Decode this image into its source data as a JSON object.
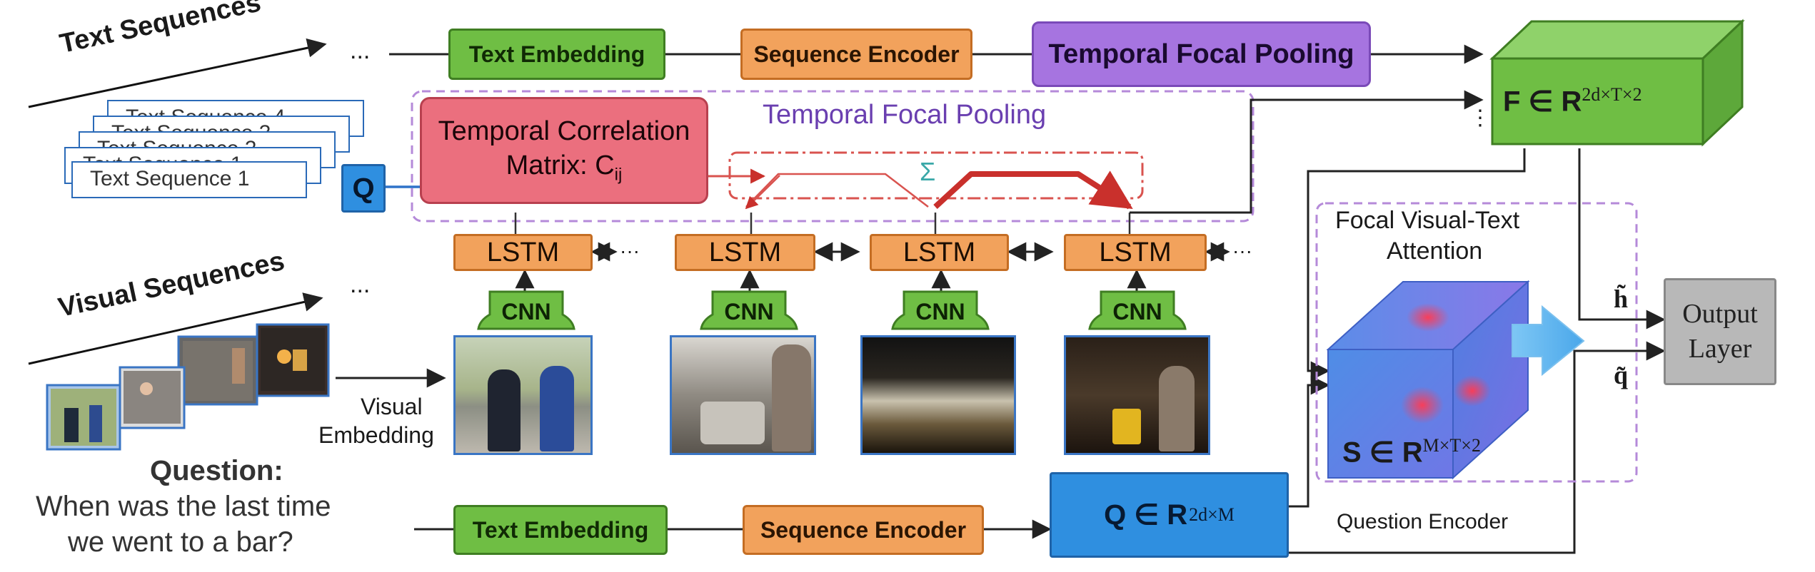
{
  "text_row": {
    "label": "Text Sequences",
    "ellipsis": "...",
    "text_embedding": "Text Embedding",
    "sequence_encoder": "Sequence Encoder",
    "temporal_focal_pooling": "Temporal Focal Pooling",
    "cards": [
      "Text Sequence 1",
      "Text Sequence 2",
      "Text Sequence 3",
      "Text Sequence 4"
    ]
  },
  "pooling_region": {
    "title": "Temporal Focal Pooling",
    "correlation_line1": "Temporal Correlation",
    "correlation_line2": "Matrix: C",
    "correlation_sub": "ij",
    "q_label": "Q",
    "sigma": "Σ"
  },
  "lstm_row": {
    "lstm_label": "LSTM",
    "cnn_label": "CNN",
    "bidir_ellipsis": "←···→",
    "trailing_ellipsis": "···"
  },
  "visual_row": {
    "label": "Visual Sequences",
    "ellipsis": "...",
    "embedding_line1": "Visual",
    "embedding_line2": "Embedding"
  },
  "question": {
    "heading": "Question:",
    "line1": "When was the last time",
    "line2": "we went to a bar?",
    "text_embedding": "Text Embedding",
    "sequence_encoder": "Sequence Encoder",
    "q_matrix_prefix": "Q ∈ R",
    "q_matrix_sup": "2d×M",
    "question_encoder": "Question Encoder"
  },
  "f_tensor": {
    "prefix": "F ∈ R",
    "sup": "2d×T×2",
    "vdots": "⋮"
  },
  "attention": {
    "title_line1": "Focal Visual-Text",
    "title_line2": "Attention",
    "s_prefix": "S ∈ R",
    "s_sup": "M×T×2"
  },
  "output": {
    "h_label": "h̃",
    "q_label": "q̃",
    "line1": "Output",
    "line2": "Layer"
  },
  "colors": {
    "green": "#6fbe44",
    "orange": "#f2a25c",
    "purple": "#a674e0",
    "pink": "#eb6f7e",
    "blue": "#2f8fe0",
    "red_arrow": "#c9302c",
    "gray": "#b8b8b8"
  }
}
